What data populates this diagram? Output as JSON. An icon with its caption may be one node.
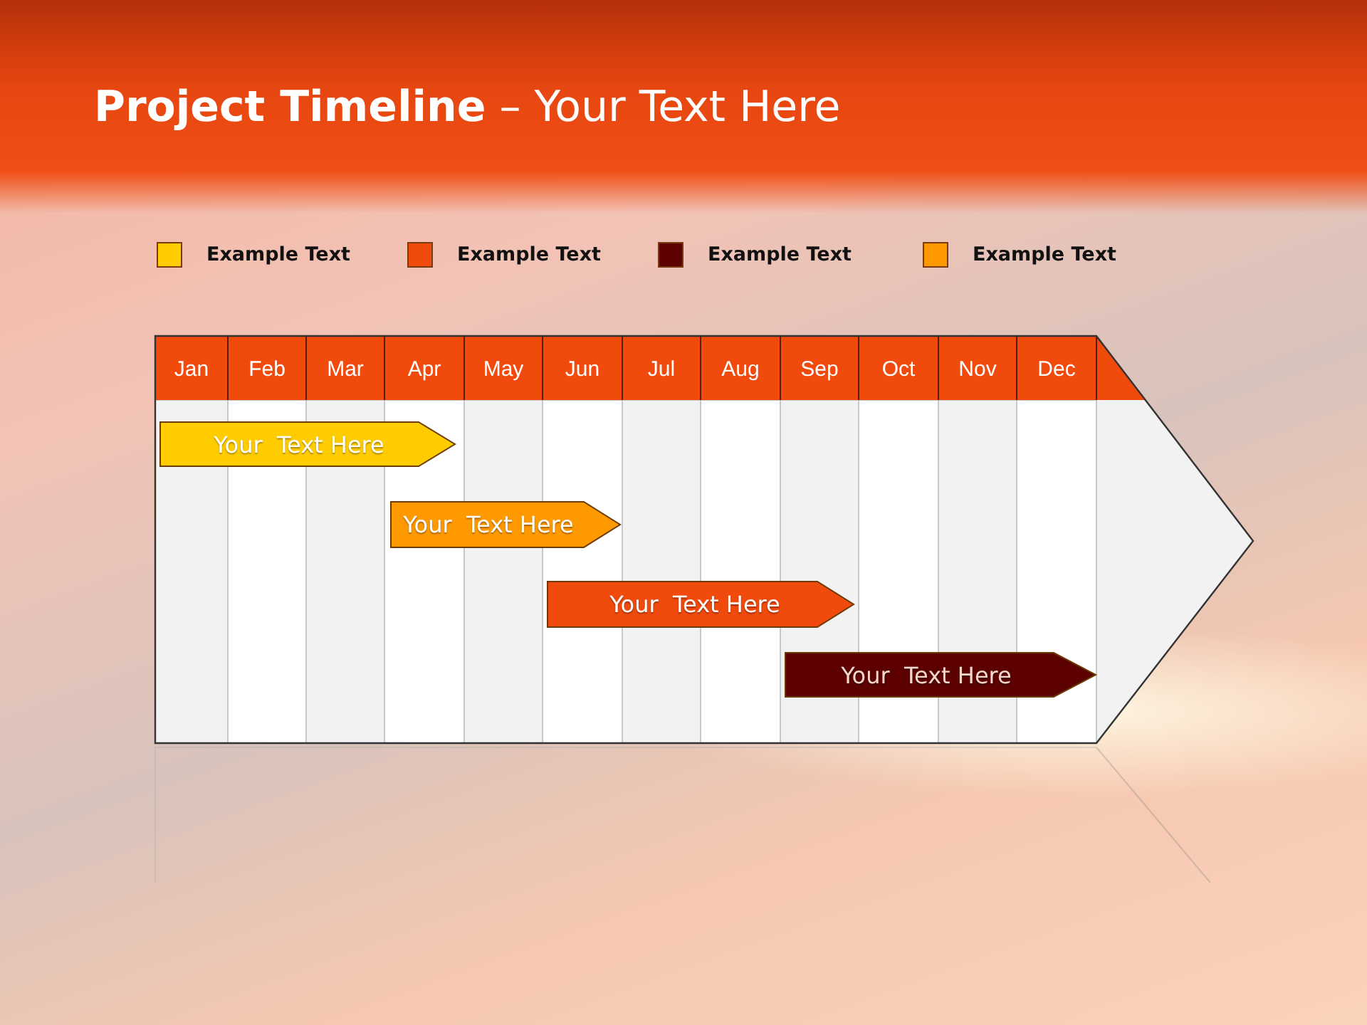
{
  "diagram": {
    "title": "**Project Timeline** – Your Text Here",
    "nodes": [
      {
        "text": [
          "Your  Text Here"
        ]
      },
      {
        "text": [
          "Your  Text Here"
        ]
      },
      {
        "text": [
          "Your  Text Here"
        ]
      },
      {
        "text": [
          "Your  Text Here"
        ]
      }
    ],
    "labels": [
      "Jan",
      "Feb",
      "Mar",
      "Apr",
      "May",
      "Jun",
      "Jul",
      "Aug",
      "Sep",
      "Oct",
      "Nov",
      "Dec"
    ],
    "legend": [
      {
        "text": "Example Text",
        "color": "#ffcc00"
      },
      {
        "text": "Example Text",
        "color": "#f04a0d"
      },
      {
        "text": "Example Text",
        "color": "#5c0000"
      },
      {
        "text": "Example Text",
        "color": "#ff9900"
      }
    ]
  }
}
